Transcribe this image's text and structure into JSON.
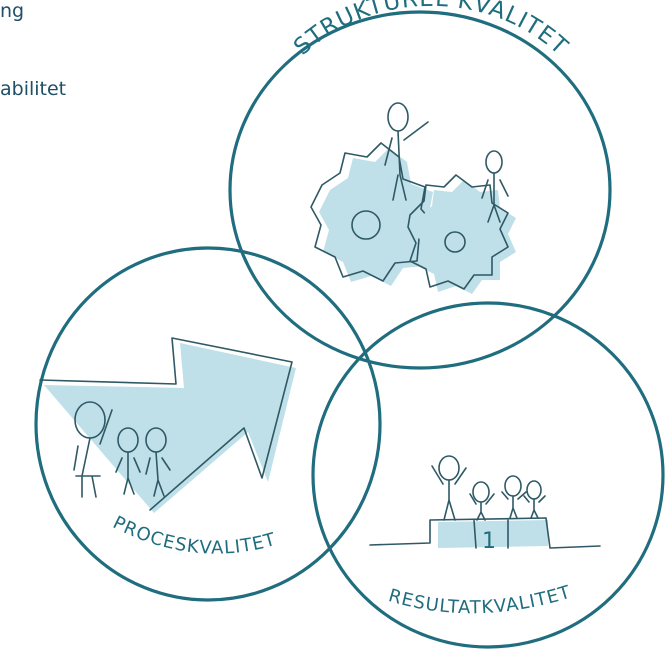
{
  "text_fragments": [
    "ng",
    "abilitet"
  ],
  "circles": [
    {
      "label": "STRUKTUREL KVALITET",
      "icon": "gears-with-people"
    },
    {
      "label": "PROCESKVALITET",
      "icon": "arrow-with-people"
    },
    {
      "label": "RESULTATKVALITET",
      "icon": "podium-with-people"
    }
  ],
  "podium_number": "1",
  "colors": {
    "ring": "#1f6d7e",
    "text": "#1e4f66",
    "shade": "#bfe0e8"
  }
}
